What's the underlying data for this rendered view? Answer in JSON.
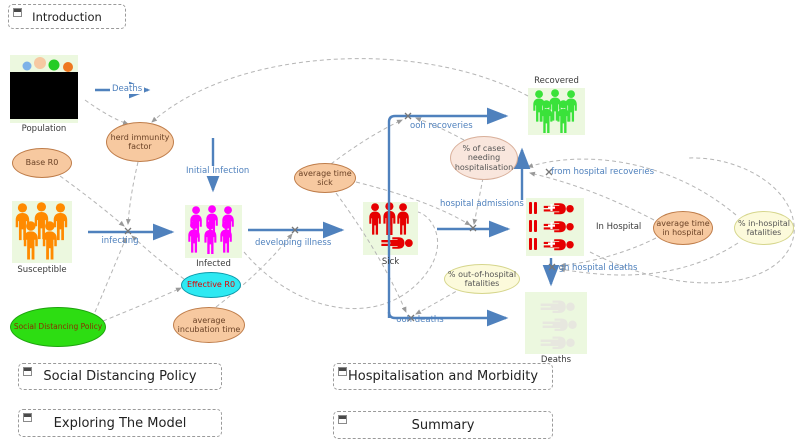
{
  "sections": {
    "introduction": "Introduction",
    "social_distancing": "Social Distancing Policy",
    "exploring": "Exploring The Model",
    "hospitalisation": "Hospitalisation and Morbidity",
    "summary": "Summary"
  },
  "nodes": {
    "population": "Population",
    "susceptible": "Susceptible",
    "infected": "Infected",
    "sick": "Sick",
    "recovered": "Recovered",
    "in_hospital": "In Hospital",
    "deaths": "Deaths"
  },
  "flows": {
    "deaths_out": "Deaths",
    "infecting": "infecting",
    "initial_infection": "Initial Infection",
    "developing_illness": "developing illness",
    "hospital_admissions": "hospital admissions",
    "ooh_recoveries": "ooh recoveries",
    "from_hospital_recoveries": "from hospital recoveries",
    "ooh_deaths": "ooh deaths",
    "in_hospital_deaths": "gh hospital deaths"
  },
  "variables": {
    "herd_immunity": "herd immunity factor",
    "base_r0": "Base R0",
    "social_distancing_policy": "Social Distancing Policy",
    "effective_r0": "Effective R0",
    "average_incubation_time": "average incubation time",
    "average_time_sick": "average time sick",
    "pct_cases_needing_hospitalisation": "% of cases needing hospitalisation",
    "pct_out_of_hospital_fatalities": "% out-of-hospital fatalities",
    "average_time_in_hospital": "average time in hospital",
    "pct_in_hospital_fatalities": "% in-hospital fatalities"
  },
  "colors": {
    "flow_blue": "#4f81bd",
    "link_gray": "#b5b5b5",
    "tile_bg": "#ecf8df",
    "susceptible": "#ff8a00",
    "infected": "#ff00ff",
    "sick": "#e60000",
    "recovered": "#3ae23a",
    "in_hospital": "#e60000",
    "deaths_ghost": "#e7e7df",
    "peach_fill": "#f7c9a0",
    "cyan_fill": "#2de9f2",
    "green_fill": "#2ddd12",
    "pink_fill": "#f9e6dd",
    "yellow_fill": "#fcfadb",
    "population_dots": [
      "#7db2e8",
      "#f6c9a2",
      "#25cc25",
      "#ee7820"
    ]
  }
}
